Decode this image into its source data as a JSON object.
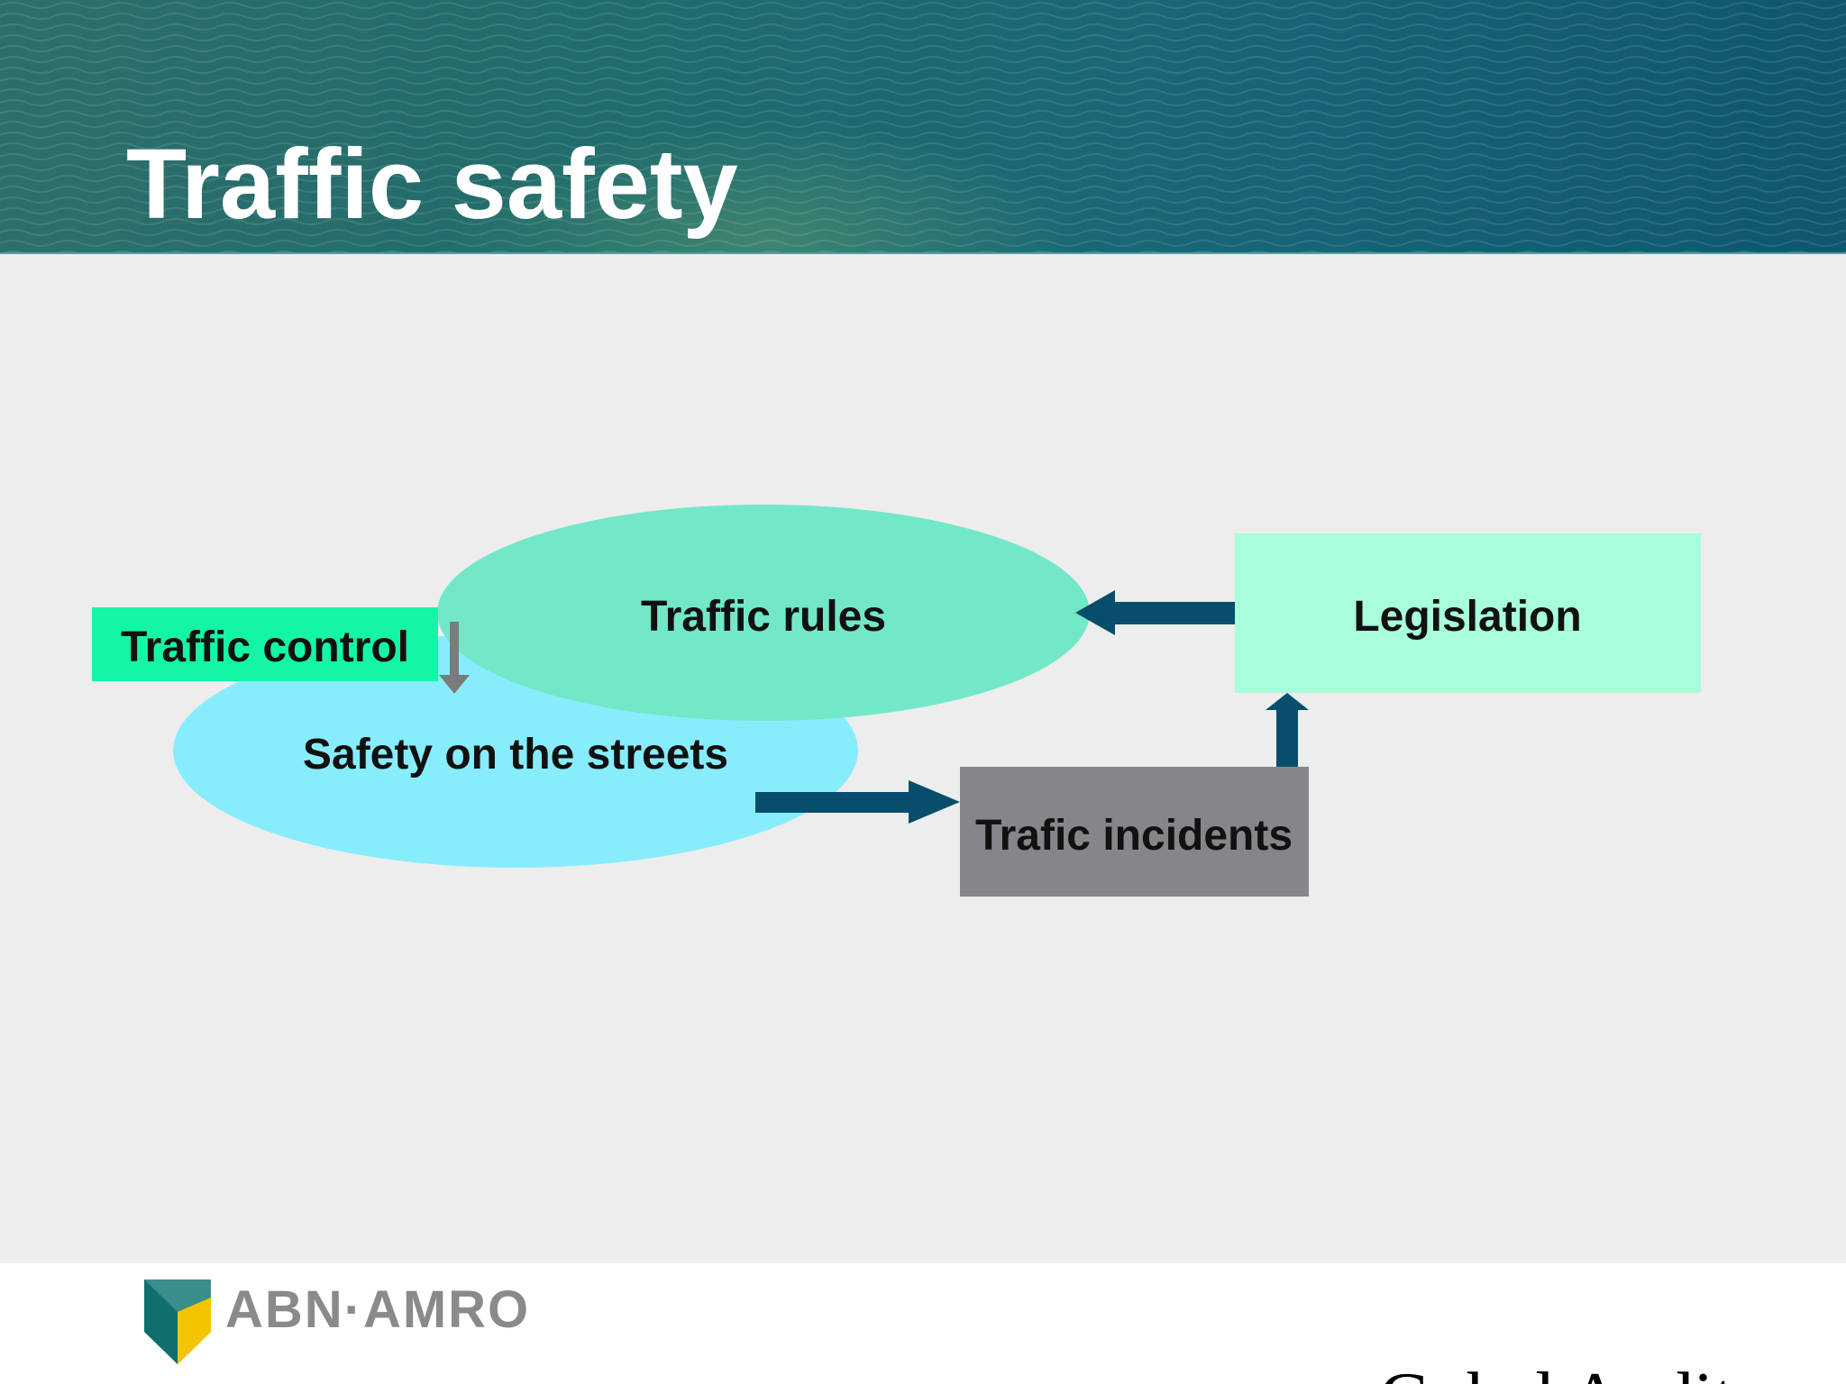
{
  "slide": {
    "title": "Traffic safety"
  },
  "diagram": {
    "nodes": {
      "traffic_rules": "Traffic rules",
      "legislation": "Legislation",
      "traffic_control": "Traffic control",
      "safety_on_streets": "Safety on the streets",
      "trafic_incidents": "Trafic incidents"
    },
    "edges": [
      {
        "from": "legislation",
        "to": "traffic_rules"
      },
      {
        "from": "traffic_control",
        "to": "safety_on_streets"
      },
      {
        "from": "safety_on_streets",
        "to": "trafic_incidents"
      },
      {
        "from": "trafic_incidents",
        "to": "legislation"
      }
    ]
  },
  "footer": {
    "brand": "ABN·AMRO",
    "cut_text": "Gobal Audit"
  },
  "colors": {
    "banner": "#1f6c6d",
    "traffic_rules": "#72e8c8",
    "legislation": "#a8ffdb",
    "traffic_control": "#14f5a5",
    "safety_on_streets": "#87edfc",
    "trafic_incidents": "#868589",
    "arrow": "#074e6c",
    "control_arrow": "#7b7b7b"
  },
  "icons": {
    "logo": "abn-amro-shield-icon"
  }
}
